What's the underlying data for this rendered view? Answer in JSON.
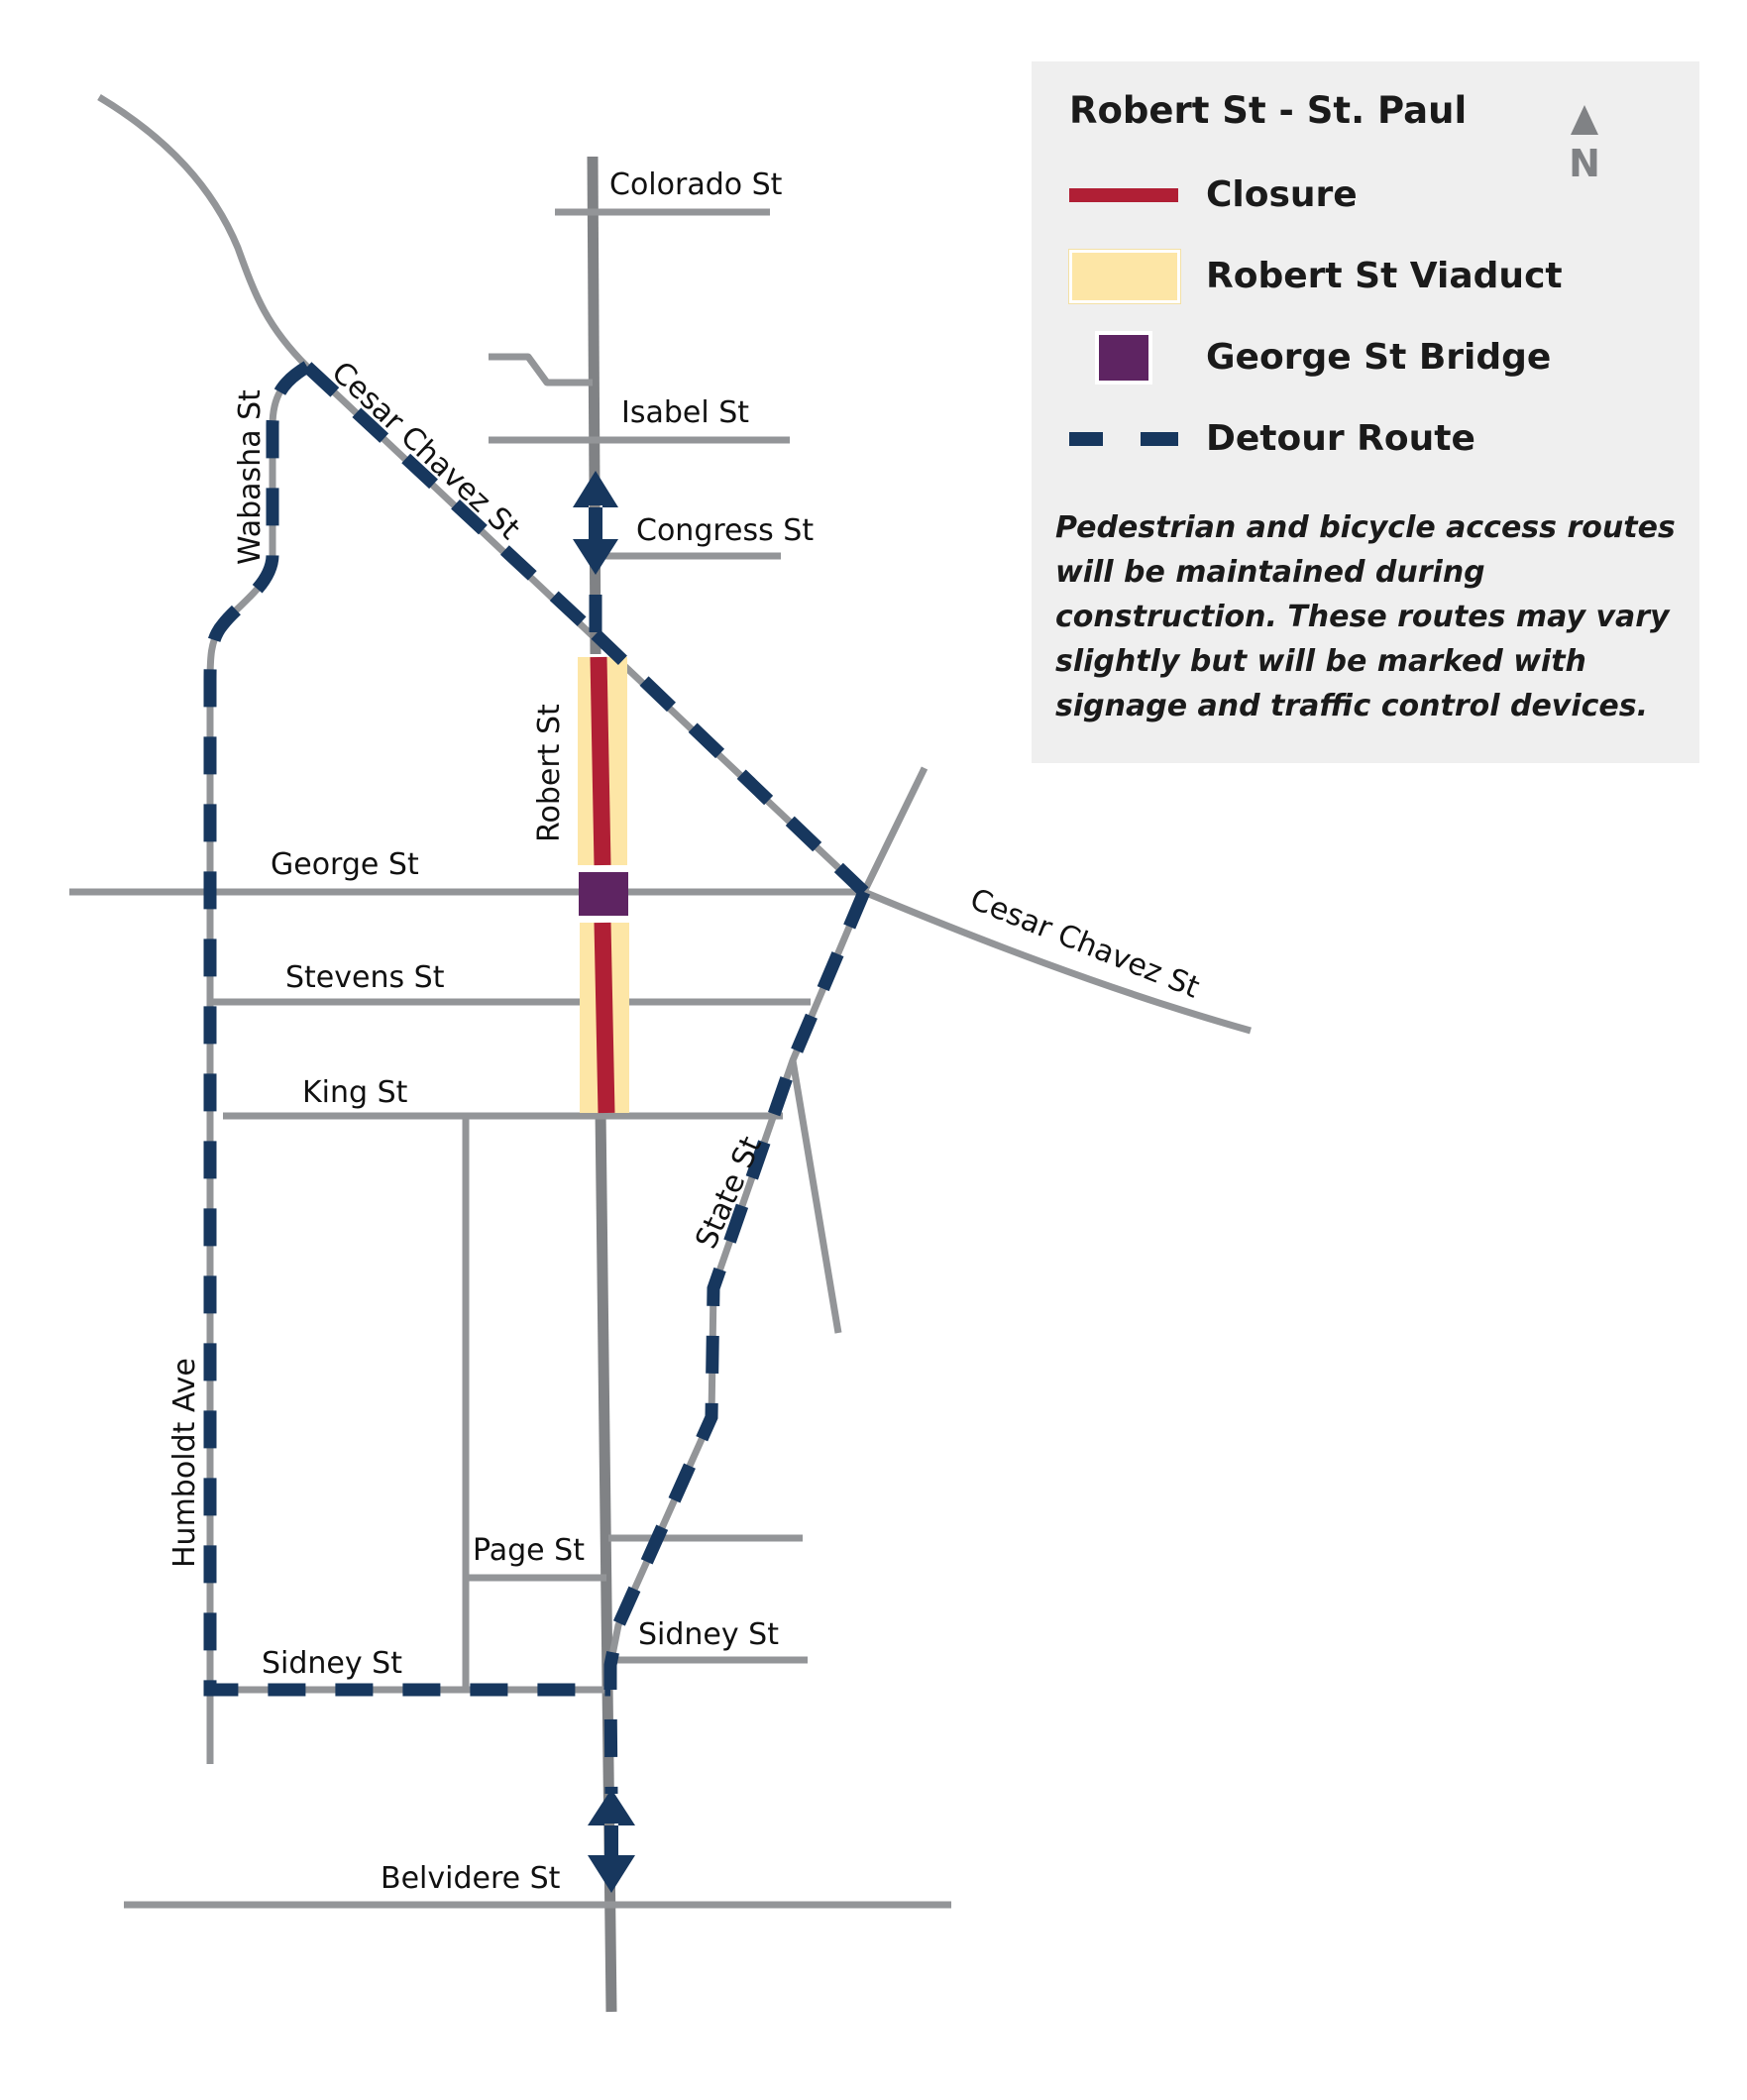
{
  "legend": {
    "title": "Robert St - St. Paul",
    "items": [
      {
        "label": "Closure",
        "symbol": "closure-line",
        "color": "#b01f35"
      },
      {
        "label": "Robert St Viaduct",
        "symbol": "viaduct-band",
        "color": "#fde6a6"
      },
      {
        "label": "George St Bridge",
        "symbol": "bridge-square",
        "color": "#5e2462"
      },
      {
        "label": "Detour Route",
        "symbol": "detour-dash",
        "color": "#17375e"
      }
    ],
    "note": "Pedestrian and bicycle access routes will be maintained during construction. These routes may vary slightly but will be marked with signage and traffic control devices.",
    "north_label": "N"
  },
  "streets": {
    "colorado": "Colorado St",
    "isabel": "Isabel St",
    "congress": "Congress St",
    "cesar_chavez_nw": "Cesar Chavez St",
    "cesar_chavez_se": "Cesar Chavez St",
    "wabasha": "Wabasha St",
    "robert": "Robert St",
    "george": "George St",
    "stevens": "Stevens St",
    "king": "King St",
    "state": "State St",
    "humboldt": "Humboldt Ave",
    "page": "Page St",
    "sidney_w": "Sidney St",
    "sidney_e": "Sidney St",
    "belvidere": "Belvidere St"
  },
  "colors": {
    "road": "#939598",
    "detour": "#17375e",
    "closure": "#b01f35",
    "viaduct": "#fde6a6",
    "bridge": "#5e2462",
    "legend_bg": "#efefef"
  }
}
